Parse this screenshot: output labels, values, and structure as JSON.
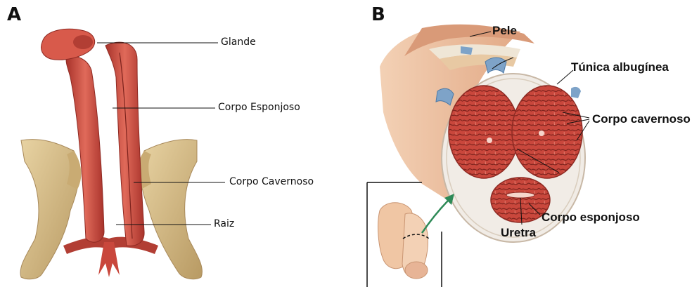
{
  "panels": [
    {
      "letter": "A"
    },
    {
      "letter": "B"
    }
  ],
  "panel_a": {
    "labels": [
      "Glande",
      "Corpo Esponjoso",
      "Corpo Cavernoso",
      "Raiz"
    ]
  },
  "panel_b": {
    "labels": [
      "Pele",
      "Túnica albugínea",
      "Corpo cavernoso",
      "Corpo esponjoso",
      "Uretra"
    ]
  },
  "colors": {
    "tissue_red": "#c9473c",
    "tissue_dark": "#a8332b",
    "bone": "#d9c08f",
    "skin": "#e8b792",
    "tunica": "#f1ece6",
    "arrow_green": "#2e8a57",
    "vessel_blue": "#7ea3c8"
  }
}
